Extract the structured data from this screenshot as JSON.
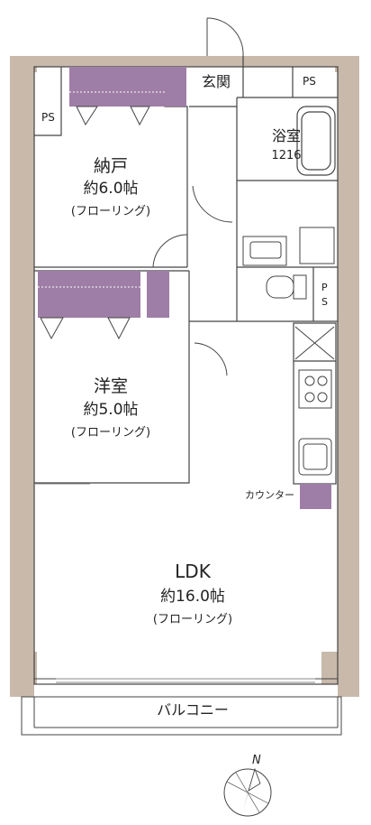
{
  "rooms": {
    "storage": {
      "name": "納戸",
      "size": "約6.0帖",
      "floor": "(フローリング)"
    },
    "western": {
      "name": "洋室",
      "size": "約5.0帖",
      "floor": "(フローリング)"
    },
    "ldk": {
      "name": "LDK",
      "size": "約16.0帖",
      "floor": "(フローリング)"
    },
    "bath": {
      "name": "浴室",
      "model": "1216"
    },
    "entrance": {
      "name": "玄関"
    },
    "balcony": {
      "name": "バルコニー"
    },
    "counter": {
      "name": "カウンター"
    }
  },
  "labels": {
    "ps_topleft": "PS",
    "ps_topright": "PS",
    "ps_vertical_1": "P",
    "ps_vertical_2": "S"
  },
  "compass": {
    "north": "N"
  },
  "colors": {
    "wall": "#c8b9ab",
    "closet": "#9e7ea6",
    "line": "#333333"
  }
}
